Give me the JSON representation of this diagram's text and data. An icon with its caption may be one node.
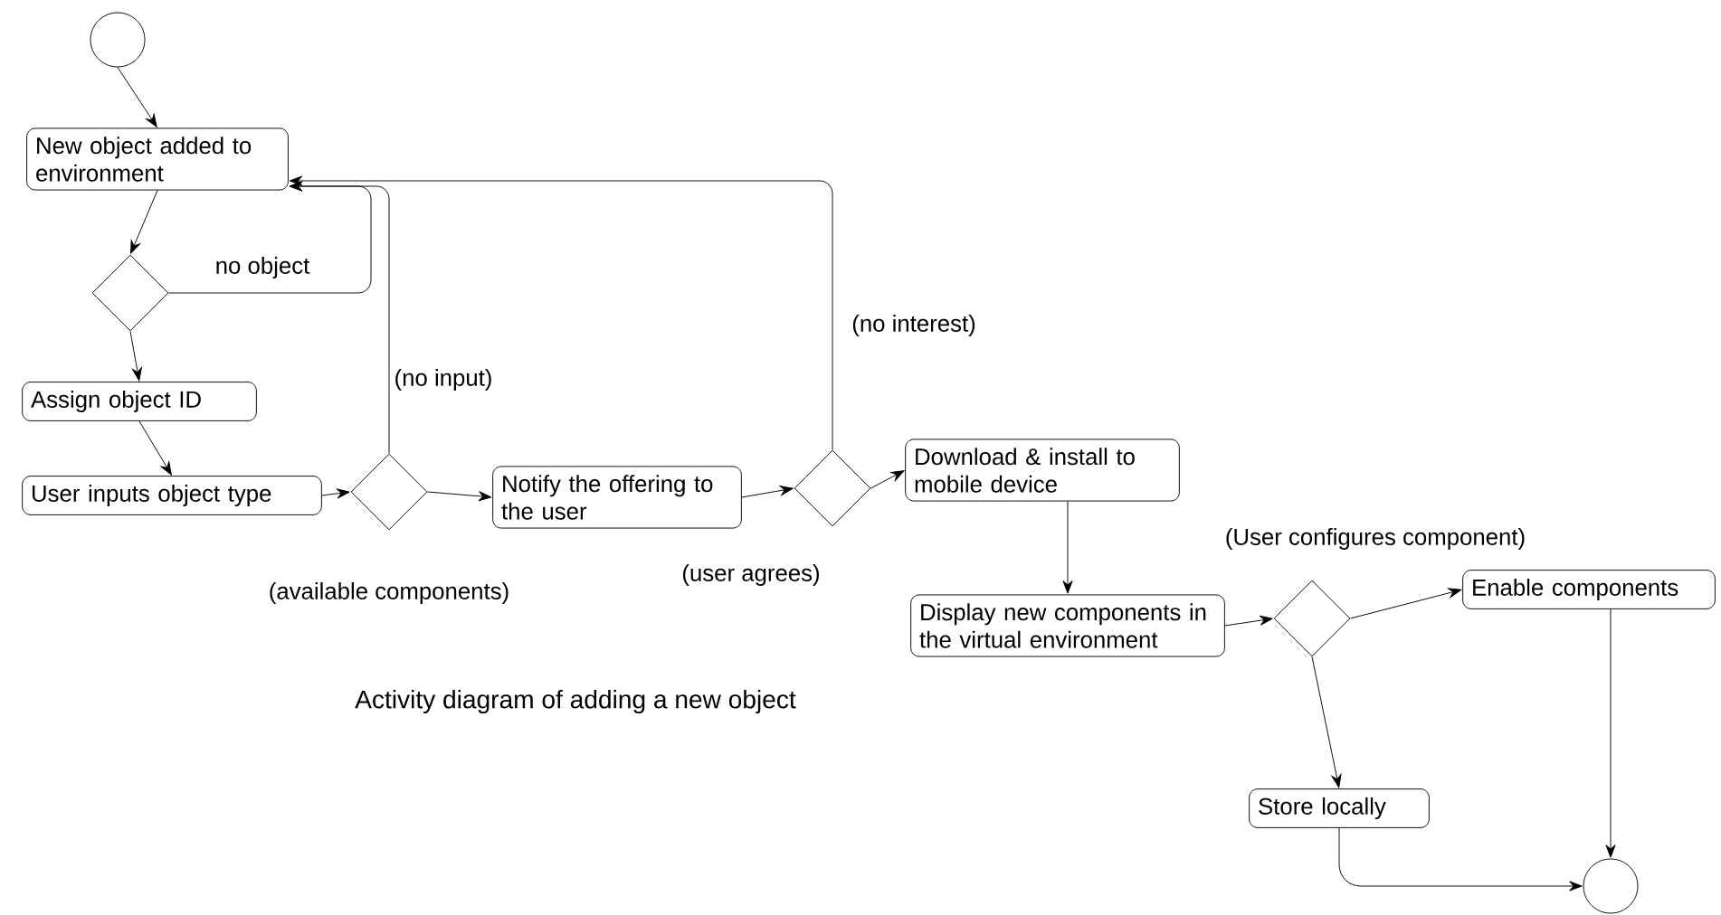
{
  "diagram": {
    "caption": "Activity diagram of adding a new object",
    "nodes": [
      {
        "text": [],
        "shape": "circle"
      },
      {
        "text": [
          "New object added to environment"
        ]
      },
      {
        "text": [],
        "shape": "diamond"
      },
      {
        "text": [
          "Assign object ID"
        ]
      },
      {
        "text": [
          "User inputs object type"
        ]
      },
      {
        "text": [],
        "shape": "diamond",
        "beside": [
          "(available components)"
        ]
      },
      {
        "text": [
          "Notify the offering to the user"
        ]
      },
      {
        "text": [],
        "shape": "diamond",
        "beside": [
          "(user agrees)"
        ]
      },
      {
        "text": [
          "Download & install to mobile device"
        ]
      },
      {
        "text": [
          "Display new components in the virtual environment"
        ]
      },
      {
        "text": [],
        "shape": "diamond",
        "beside": [
          "(User configures component)"
        ]
      },
      {
        "text": [
          "Enable components"
        ]
      },
      {
        "text": [
          "Store locally"
        ]
      },
      {
        "text": [],
        "shape": "circle"
      }
    ],
    "edges": [
      {
        "from": 0,
        "to": 1,
        "arrow": "to"
      },
      {
        "from": 1,
        "to": 2,
        "arrow": "to"
      },
      {
        "from": 2,
        "to": 1,
        "arrow": "to",
        "label": "no object"
      },
      {
        "from": 2,
        "to": 3,
        "arrow": "to"
      },
      {
        "from": 3,
        "to": 4,
        "arrow": "to"
      },
      {
        "from": 4,
        "to": 5,
        "arrow": "to"
      },
      {
        "from": 5,
        "to": 1,
        "arrow": "to",
        "label": "(no input)"
      },
      {
        "from": 5,
        "to": 6,
        "arrow": "to"
      },
      {
        "from": 6,
        "to": 7,
        "arrow": "to"
      },
      {
        "from": 7,
        "to": 1,
        "arrow": "to",
        "label": "(no interest)"
      },
      {
        "from": 7,
        "to": 8,
        "arrow": "to"
      },
      {
        "from": 8,
        "to": 9,
        "arrow": "to"
      },
      {
        "from": 9,
        "to": 10,
        "arrow": "to"
      },
      {
        "from": 10,
        "to": 11,
        "arrow": "to"
      },
      {
        "from": 10,
        "to": 12,
        "arrow": "to"
      },
      {
        "from": 11,
        "to": 13,
        "arrow": "to"
      },
      {
        "from": 12,
        "to": 13,
        "arrow": "to"
      }
    ]
  }
}
